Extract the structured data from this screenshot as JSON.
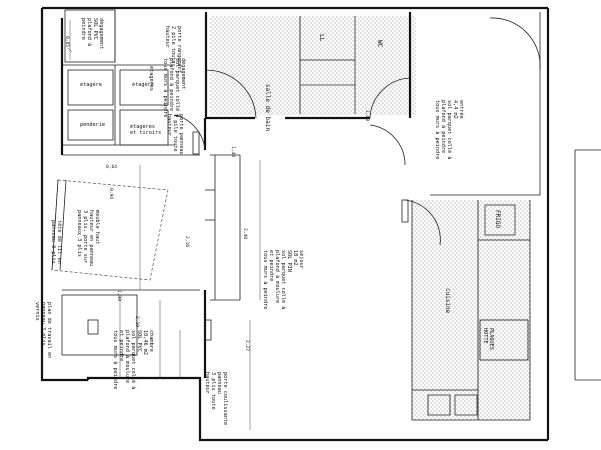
{
  "labels": {
    "degagement": "dégagement\nSOL PVC\nplafond à\npeindre",
    "porte_rangement": "porte rangement\n2 pile toute\nhauteur",
    "etagere_1": "étagère",
    "etagere_2": "étagère",
    "etageres_3": "étagères",
    "penderie": "penderie",
    "etageres_tiroirs": "étagères\net tiroirs",
    "degagement_parquet": "dégagement\nsol parquet collé à\nplafond à peindre\ntous murs à peindre",
    "porte_panneau": "porte panneau\n1 pile toute\nhauteur",
    "salle_de_bain": "salle de bain",
    "wc": "WC",
    "ll": "LL",
    "entree": "entrée\n4,4 m2\nsol parquet collé à\nplafond à peindre\ntous murs à peindre",
    "tete_de_lit": "tête de lit en\npanneau 3 plis",
    "meuble_haut": "meuble haut\nhauteur en panneau\n3 plis, porte sur\npanneaux 3 plis",
    "sejour": "séjour\n18 m2\nSOL PIN\nsol parquet collé à\nplafond à moulure\net peindre\ntous murs à peindre",
    "cuisine": "cuisine",
    "frigo": "FRIGO",
    "plaques": "PLAQUES\nHOTTE",
    "plan_travail": "plan de travail en\npanneau 3 plis\nvernis",
    "chambre": "chambre\n10,46 m2\nSOL PVC\nsol parquet collé à\nplafond à moulure\net peindre\ntous murs à peindre",
    "porte_coulissante": "porte coulissante\npanneau\n3 plis toute\nhauteur"
  },
  "dimensions": {
    "d1": "0,85",
    "d2": "0,64",
    "d3": "0,94",
    "d4": "2,16",
    "d5": "2,40",
    "d6": "1,30",
    "d7": "2,10",
    "d8": "2,27",
    "d9": "1,40",
    "d10": "1,00"
  }
}
